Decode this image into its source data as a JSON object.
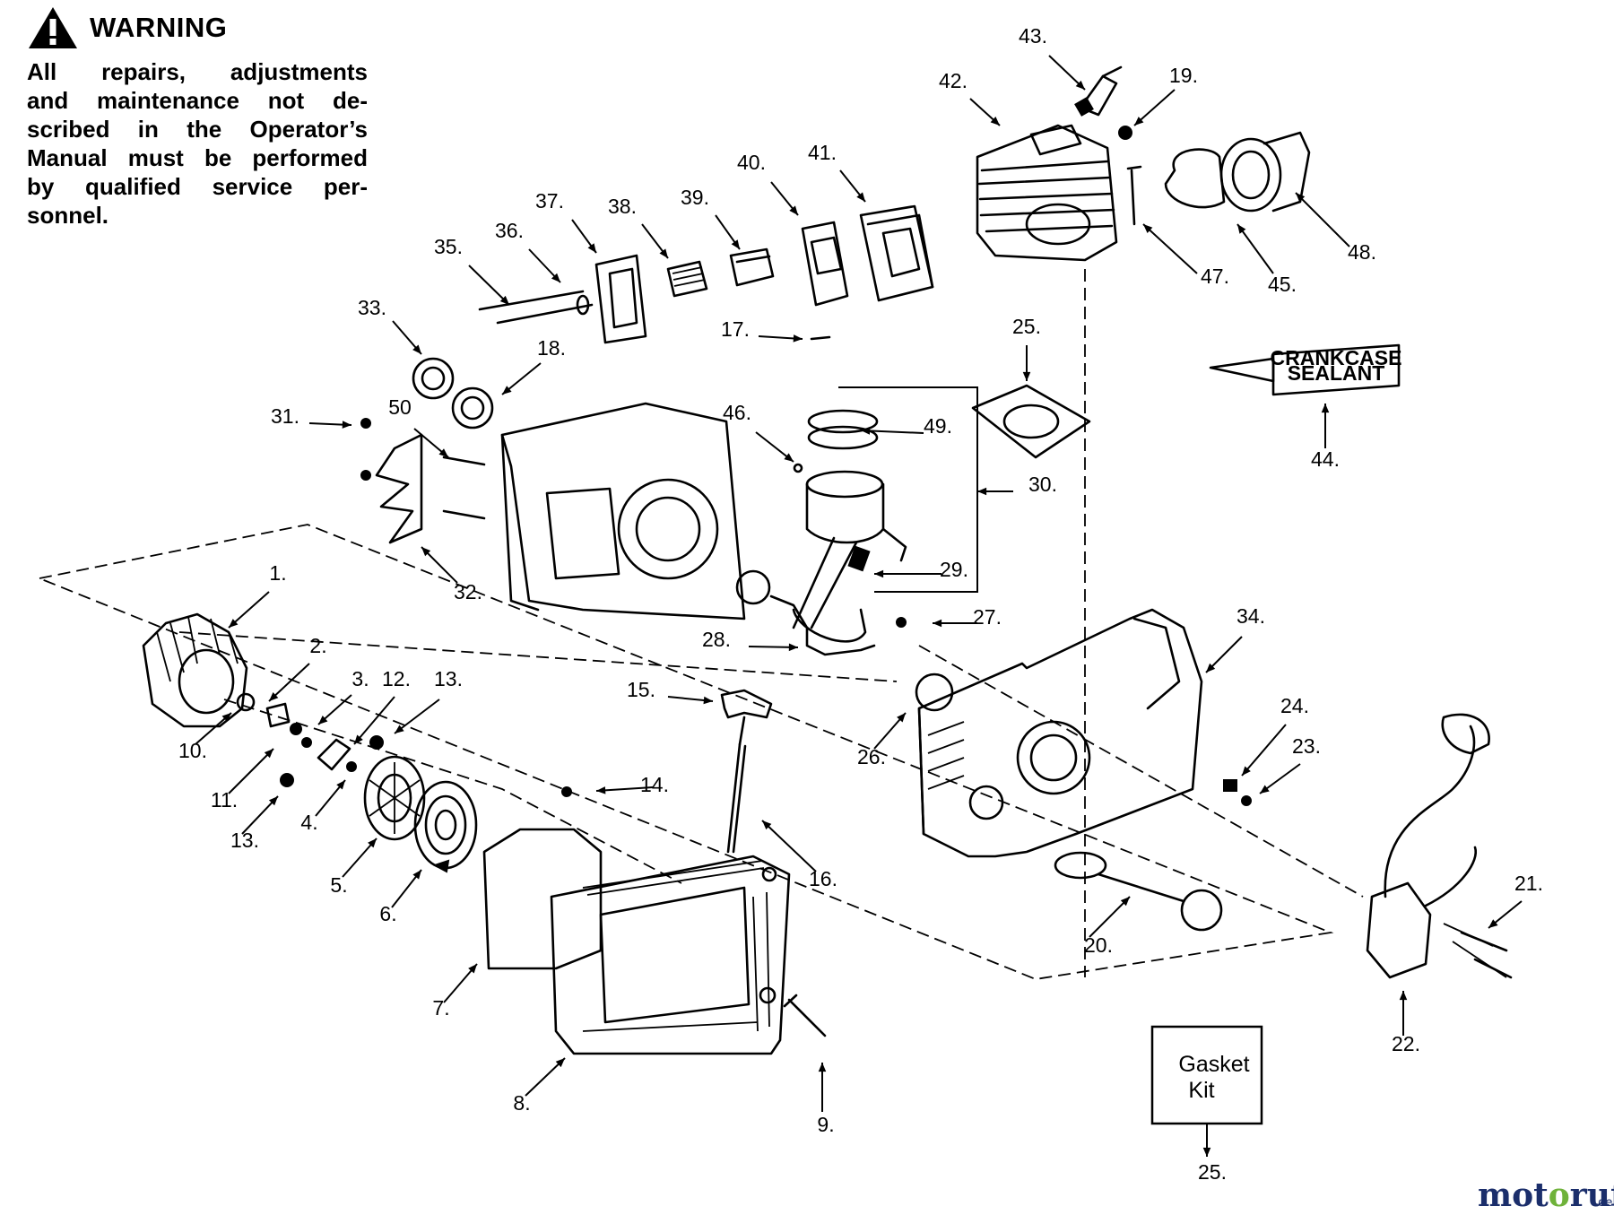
{
  "warning": {
    "title": "WARNING",
    "lines": [
      "All repairs, adjustments",
      "and maintenance not de-",
      "scribed in the Operator’s",
      "Manual must be performed",
      "by qualified service per-",
      "sonnel."
    ]
  },
  "callouts": [
    {
      "id": "c1",
      "text": "1."
    },
    {
      "id": "c2",
      "text": "2."
    },
    {
      "id": "c3",
      "text": "3."
    },
    {
      "id": "c4",
      "text": "4."
    },
    {
      "id": "c5",
      "text": "5."
    },
    {
      "id": "c6",
      "text": "6."
    },
    {
      "id": "c7",
      "text": "7."
    },
    {
      "id": "c8",
      "text": "8."
    },
    {
      "id": "c9",
      "text": "9."
    },
    {
      "id": "c10",
      "text": "10."
    },
    {
      "id": "c11",
      "text": "11."
    },
    {
      "id": "c12",
      "text": "12."
    },
    {
      "id": "c13a",
      "text": "13."
    },
    {
      "id": "c13b",
      "text": "13."
    },
    {
      "id": "c14",
      "text": "14."
    },
    {
      "id": "c15",
      "text": "15."
    },
    {
      "id": "c16",
      "text": "16."
    },
    {
      "id": "c17",
      "text": "17."
    },
    {
      "id": "c18",
      "text": "18."
    },
    {
      "id": "c19",
      "text": "19."
    },
    {
      "id": "c20",
      "text": "20."
    },
    {
      "id": "c21",
      "text": "21."
    },
    {
      "id": "c22",
      "text": "22."
    },
    {
      "id": "c23",
      "text": "23."
    },
    {
      "id": "c24",
      "text": "24."
    },
    {
      "id": "c25a",
      "text": "25."
    },
    {
      "id": "c25b",
      "text": "25."
    },
    {
      "id": "c26",
      "text": "26."
    },
    {
      "id": "c27",
      "text": "27."
    },
    {
      "id": "c28",
      "text": "28."
    },
    {
      "id": "c29",
      "text": "29."
    },
    {
      "id": "c30",
      "text": "30."
    },
    {
      "id": "c31",
      "text": "31."
    },
    {
      "id": "c32",
      "text": "32."
    },
    {
      "id": "c33",
      "text": "33."
    },
    {
      "id": "c34",
      "text": "34."
    },
    {
      "id": "c35",
      "text": "35."
    },
    {
      "id": "c36",
      "text": "36."
    },
    {
      "id": "c37",
      "text": "37."
    },
    {
      "id": "c38",
      "text": "38."
    },
    {
      "id": "c39",
      "text": "39."
    },
    {
      "id": "c40",
      "text": "40."
    },
    {
      "id": "c41",
      "text": "41."
    },
    {
      "id": "c42",
      "text": "42."
    },
    {
      "id": "c43",
      "text": "43."
    },
    {
      "id": "c44",
      "text": "44."
    },
    {
      "id": "c45",
      "text": "45."
    },
    {
      "id": "c46",
      "text": "46."
    },
    {
      "id": "c47",
      "text": "47."
    },
    {
      "id": "c48",
      "text": "48."
    },
    {
      "id": "c49",
      "text": "49."
    },
    {
      "id": "c50",
      "text": "50"
    }
  ],
  "sealant_tube": {
    "line1": "CRANKCASE",
    "line2": "SEALANT"
  },
  "gasket_kit": {
    "line1": "Gasket",
    "line2": "Kit"
  },
  "watermark": {
    "brand": "motoruf",
    "suffix": ".de",
    "colors": {
      "dark": "#1b2e6b",
      "accent": "#6fb23a"
    }
  }
}
